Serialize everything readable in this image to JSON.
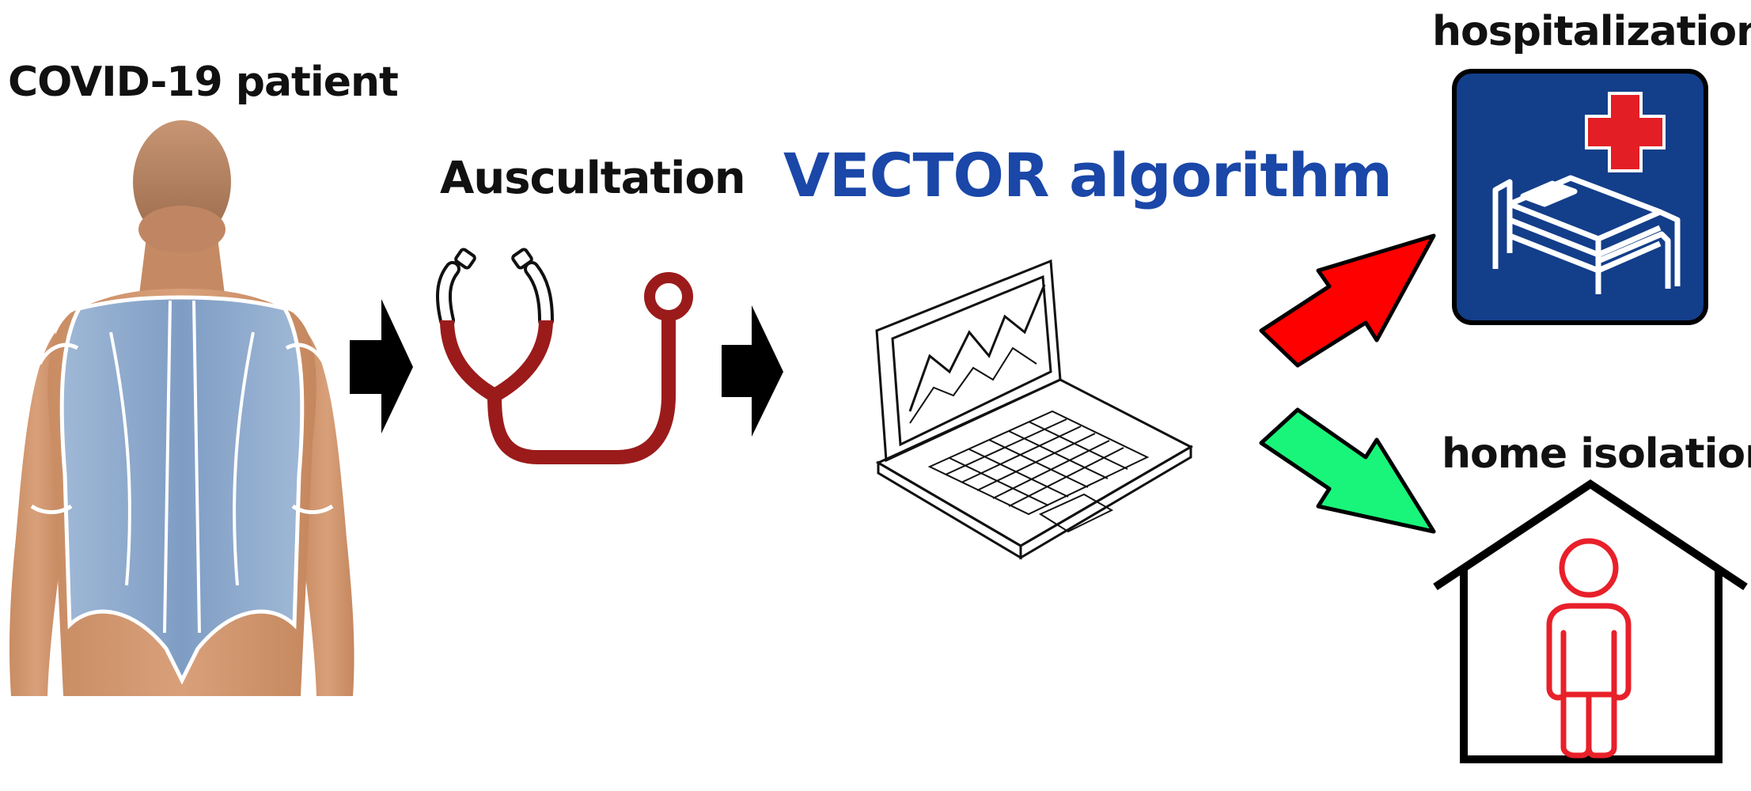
{
  "labels": {
    "patient": "COVID-19 patient",
    "auscultation": "Auscultation",
    "algorithm": "VECTOR algorithm",
    "hospitalization": "hospitalization",
    "home_isolation": "home isolation"
  },
  "icons": {
    "patient": "patient-back-figure-icon",
    "stethoscope": "stethoscope-icon",
    "laptop": "laptop-icon",
    "hospital": "hospital-bed-icon",
    "home": "home-isolation-icon"
  },
  "colors": {
    "algorithm_text": "#1a47a8",
    "stethoscope": "#9b1b1b",
    "hospital_bg": "#133e8a",
    "cross": "#e31e24",
    "arrow_up": "#ff0000",
    "arrow_down": "#19f57a",
    "person": "#e8202a",
    "arrow_flow": "#000000"
  }
}
